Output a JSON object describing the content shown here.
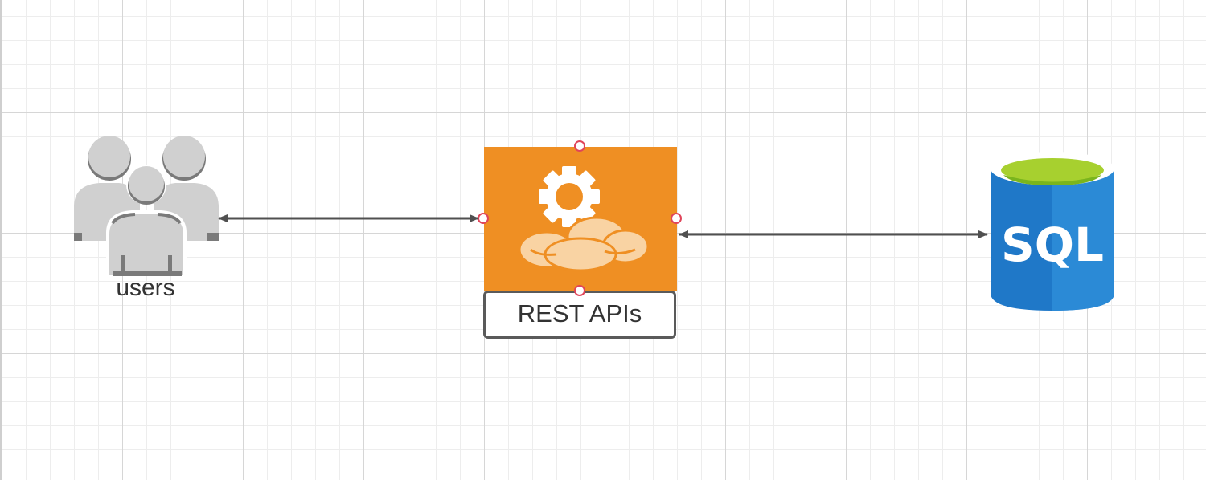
{
  "nodes": {
    "users": {
      "label": "users",
      "icon": "users-group-icon"
    },
    "rest_api": {
      "label": "REST APIs",
      "icon": "cloud-gear-icon",
      "fill": "#ef8f23"
    },
    "database": {
      "label": "SQL",
      "icon": "sql-database-icon",
      "body": "#1f78c8",
      "top": "#a7d02f"
    }
  },
  "edges": [
    {
      "from": "users",
      "to": "rest_api",
      "bidirectional": true
    },
    {
      "from": "rest_api",
      "to": "database",
      "bidirectional": true
    }
  ],
  "colors": {
    "arrow": "#505050",
    "handle": "#e0455a",
    "icon_gray": "#d0d0d0",
    "icon_dark": "#7a7a7a"
  }
}
